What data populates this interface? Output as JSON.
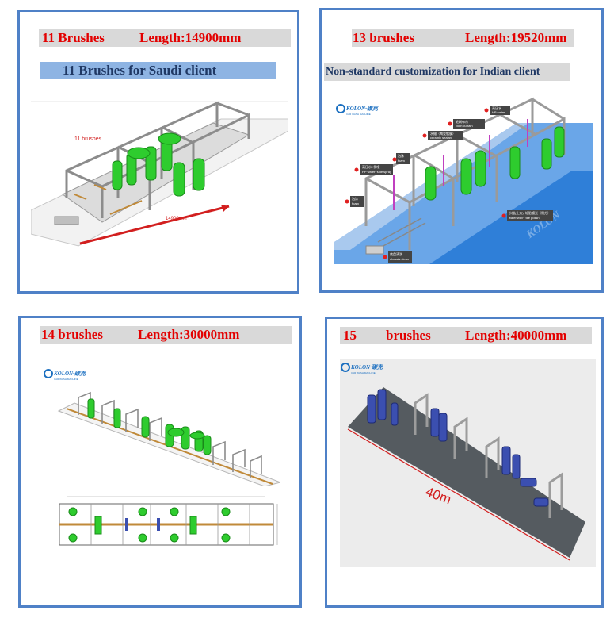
{
  "panels": [
    {
      "id": "saudi",
      "brush_count": "11 Brushes",
      "length": "Length:14900mm",
      "subtitle": "11 Brushes for Saudi client",
      "drawing_label": "11 brushes",
      "dimension_label": "14900mm"
    },
    {
      "id": "indian",
      "brush_count": "13 brushes",
      "length": "Length:19520mm",
      "subtitle": "Non-standard customization for Indian client",
      "logo": "KOLON·碳克",
      "logo_sub": "CAR WASH MACHINE",
      "watermark": "KOLON",
      "callouts": [
        {
          "cn": "高压水",
          "en": "HP water"
        },
        {
          "cn": "毛刷布帘",
          "en": "cloth curtain"
        },
        {
          "cn": "水蜡（陶瓷镀膜）",
          "en": "ceramic sealant"
        },
        {
          "cn": "高压水+侧喷",
          "en": "HP water+side spray"
        },
        {
          "cn": "泡沫",
          "en": "foam"
        },
        {
          "cn": "泡沫",
          "en": "foam"
        },
        {
          "cn": "水蜡(上方)+轮胎镀光（侧方）",
          "en": "water wax+ tire polish"
        },
        {
          "cn": "底盘清洗",
          "en": "chassis clean"
        }
      ]
    },
    {
      "id": "fourteen",
      "brush_count": "14 brushes",
      "length": "Length:30000mm",
      "logo": "KOLON·碳克",
      "logo_sub": "CAR WASH MACHINE"
    },
    {
      "id": "fifteen",
      "brush_count": "15",
      "brush_word": "brushes",
      "length": "Length:40000mm",
      "logo": "KOLON·碳克",
      "logo_sub": "CAR WASH MACHINE",
      "dimension_label": "40m"
    }
  ],
  "colors": {
    "border": "#4f81c7",
    "title_red": "#e30000",
    "title_bg": "#d9d9d9",
    "subtitle_bg": "#8eb4e3",
    "brush_green": "#2ecc2e",
    "brush_blue": "#3b4fb0",
    "arrow_red": "#d21f1f",
    "logo_blue": "#1b6fc0"
  }
}
